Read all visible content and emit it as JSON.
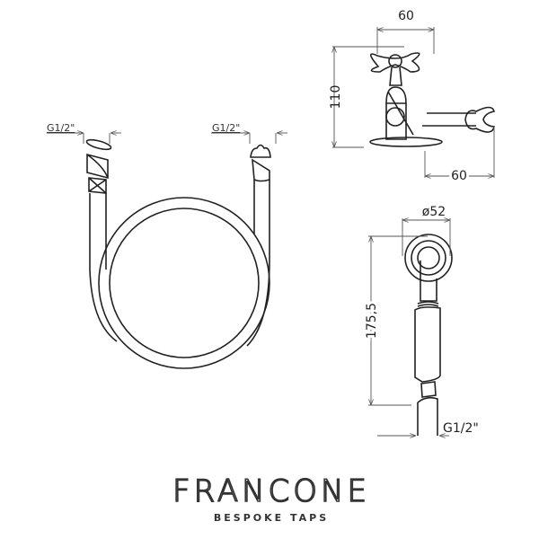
{
  "hose": {
    "left_thread": "G1/2\"",
    "right_thread": "G1/2\""
  },
  "valve": {
    "width": "60",
    "height": "110",
    "bracket_offset": "60"
  },
  "handset": {
    "diameter": "ø52",
    "length": "175,5",
    "thread": "G1/2\""
  },
  "brand": {
    "name": "FRANCONE",
    "tagline": "BESPOKE TAPS"
  }
}
